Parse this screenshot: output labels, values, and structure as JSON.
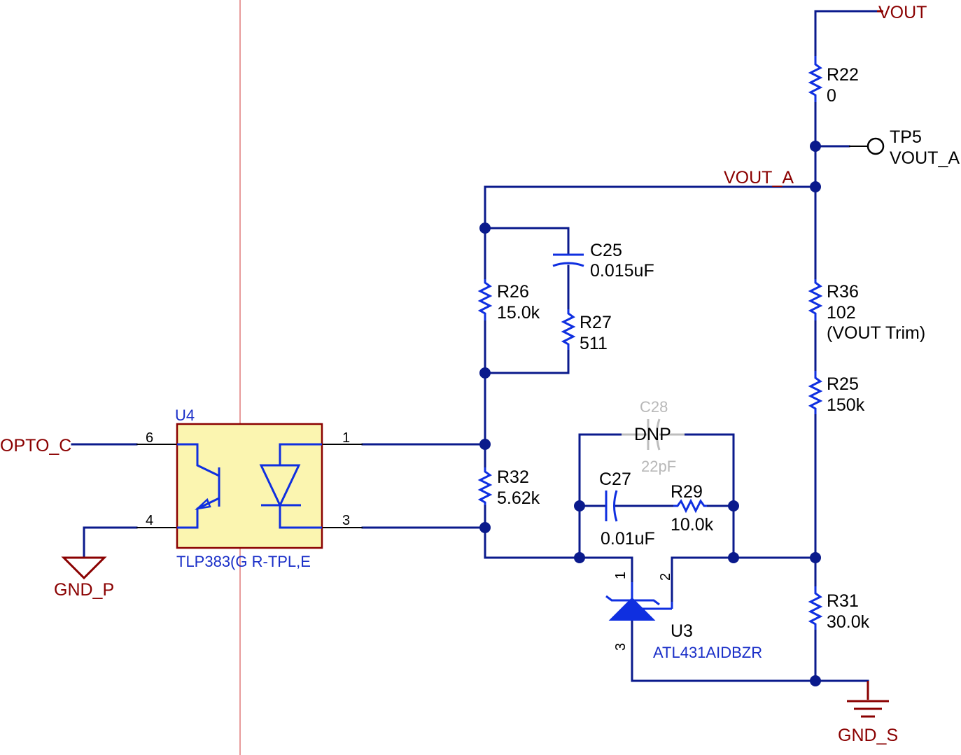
{
  "nets": {
    "vout": "VOUT",
    "vout_a": "VOUT_A",
    "opto_c": "OPTO_C",
    "gnd_p": "GND_P",
    "gnd_s": "GND_S"
  },
  "components": {
    "r22": {
      "ref": "R22",
      "value": "0"
    },
    "tp5": {
      "ref": "TP5",
      "value": "VOUT_A"
    },
    "c25": {
      "ref": "C25",
      "value": "0.015uF"
    },
    "r26": {
      "ref": "R26",
      "value": "15.0k"
    },
    "r27": {
      "ref": "R27",
      "value": "511"
    },
    "r36": {
      "ref": "R36",
      "value": "102",
      "note": "(VOUT Trim)"
    },
    "r25": {
      "ref": "R25",
      "value": "150k"
    },
    "c28": {
      "ref": "C28",
      "dnp": "DNP",
      "value": "22pF"
    },
    "r32": {
      "ref": "R32",
      "value": "5.62k"
    },
    "c27": {
      "ref": "C27",
      "value": "0.01uF"
    },
    "r29": {
      "ref": "R29",
      "value": "10.0k"
    },
    "r31": {
      "ref": "R31",
      "value": "30.0k"
    },
    "u3": {
      "ref": "U3",
      "part": "ATL431AIDBZR",
      "pins": [
        "1",
        "2",
        "3"
      ]
    },
    "u4": {
      "ref": "U4",
      "part": "TLP383(G R-TPL,E",
      "pins": [
        "6",
        "4",
        "1",
        "3"
      ]
    }
  },
  "colors": {
    "wire": "#0a1a8c",
    "component": "#0f2fe0",
    "net_label": "#8a0000",
    "ic_fill": "#fbf5b0",
    "sheet_line": "#e07a7a",
    "dnp": "#bdbdbd"
  }
}
